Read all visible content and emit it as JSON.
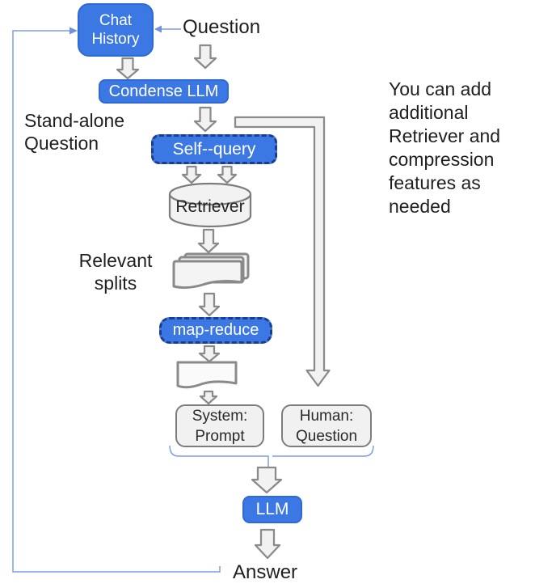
{
  "diagram": {
    "title_hint": "Conversational retrieval chain flow diagram",
    "nodes": {
      "chat_history": "Chat\nHistory",
      "condense_llm": "Condense LLM",
      "self_query": "Self--query",
      "retriever": "Retriever",
      "map_reduce": "map-reduce",
      "system_prompt": "System:\nPrompt",
      "human_question": "Human:\nQuestion",
      "llm": "LLM"
    },
    "labels": {
      "question": "Question",
      "stand_alone_question": "Stand-alone\nQuestion",
      "relevant_splits": "Relevant\nsplits",
      "answer": "Answer",
      "annotation": "You can add\nadditional\nRetriever and\ncompression\nfeatures as\nneeded"
    },
    "colors": {
      "node_blue": "#3b78e4",
      "node_blue_border": "#2f69d4",
      "dashed_border_navy": "#1d3c8f",
      "arrow_gray_stroke": "#8a8a8a",
      "shape_light_fill": "#f2f2f2",
      "connector_blue": "#7f9ce6",
      "text": "#1f1f1f",
      "background": "#ffffff"
    }
  }
}
